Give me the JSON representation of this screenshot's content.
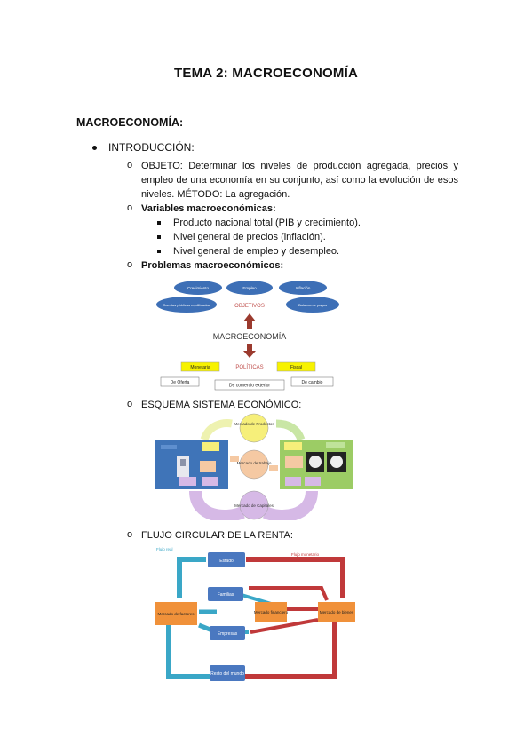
{
  "doc": {
    "title": "TEMA 2: MACROECONOMÍA",
    "section_heading": "MACROECONOMÍA:",
    "intro_label": "INTRODUCCIÓN:",
    "circle_marker": "o",
    "objeto_text": "OBJETO: Determinar los niveles de producción agregada, precios y empleo de una economía en su conjunto, así como la evolución de esos niveles. MÉTODO: La agregación.",
    "variables_heading": "Variables macroeconómicas:",
    "variables": [
      "Producto nacional total (PIB y crecimiento).",
      "Nivel general de precios (inflación).",
      "Nivel general de empleo y desempleo."
    ],
    "problemas_heading": "Problemas macroeconómicos:",
    "esquema_heading": "ESQUEMA SISTEMA ECONÓMICO:",
    "flujo_heading": "FLUJO CIRCULAR DE LA RENTA:"
  },
  "fig_problemas": {
    "goals": [
      "Crecimiento",
      "Empleo",
      "Inflación",
      "Cuentas públicas equilibradas",
      "Balanza de pagos"
    ],
    "objetivos": "OBJETIVOS",
    "macro": "MACROECONOMÍA",
    "politicas": "POLÍTICAS",
    "monetaria": "Monetaria",
    "fiscal": "Fiscal",
    "de_oferta": "De Oferta",
    "comercio": "De comercio exterior",
    "cambio": "De cambio"
  },
  "fig_esquema": {
    "productos": "Mercado de Productos",
    "trabajo": "Mercado de trabajo",
    "capitales": "Mercado de Capitales",
    "colors": {
      "blue": "#3f74b8",
      "green": "#9ccc65",
      "peach": "#f5c9a3",
      "lilac": "#d6b9e6",
      "yellow": "#f6ef7a"
    }
  },
  "fig_flujo": {
    "estado": "Estado",
    "familias": "Familias",
    "empresas": "Empresas",
    "resto_mundo": "Resto del mundo",
    "mercado_factores": "Mercado de factores",
    "mercado_financiero": "Mercado financiero",
    "mercado_bienes": "Mercado de bienes",
    "flujo_real": "Flujo real",
    "flujo_monetario": "Flujo monetario",
    "colors": {
      "blue": "#4a78c0",
      "orange": "#f0913a",
      "teal": "#3aa7c7",
      "red": "#c0393a"
    }
  }
}
